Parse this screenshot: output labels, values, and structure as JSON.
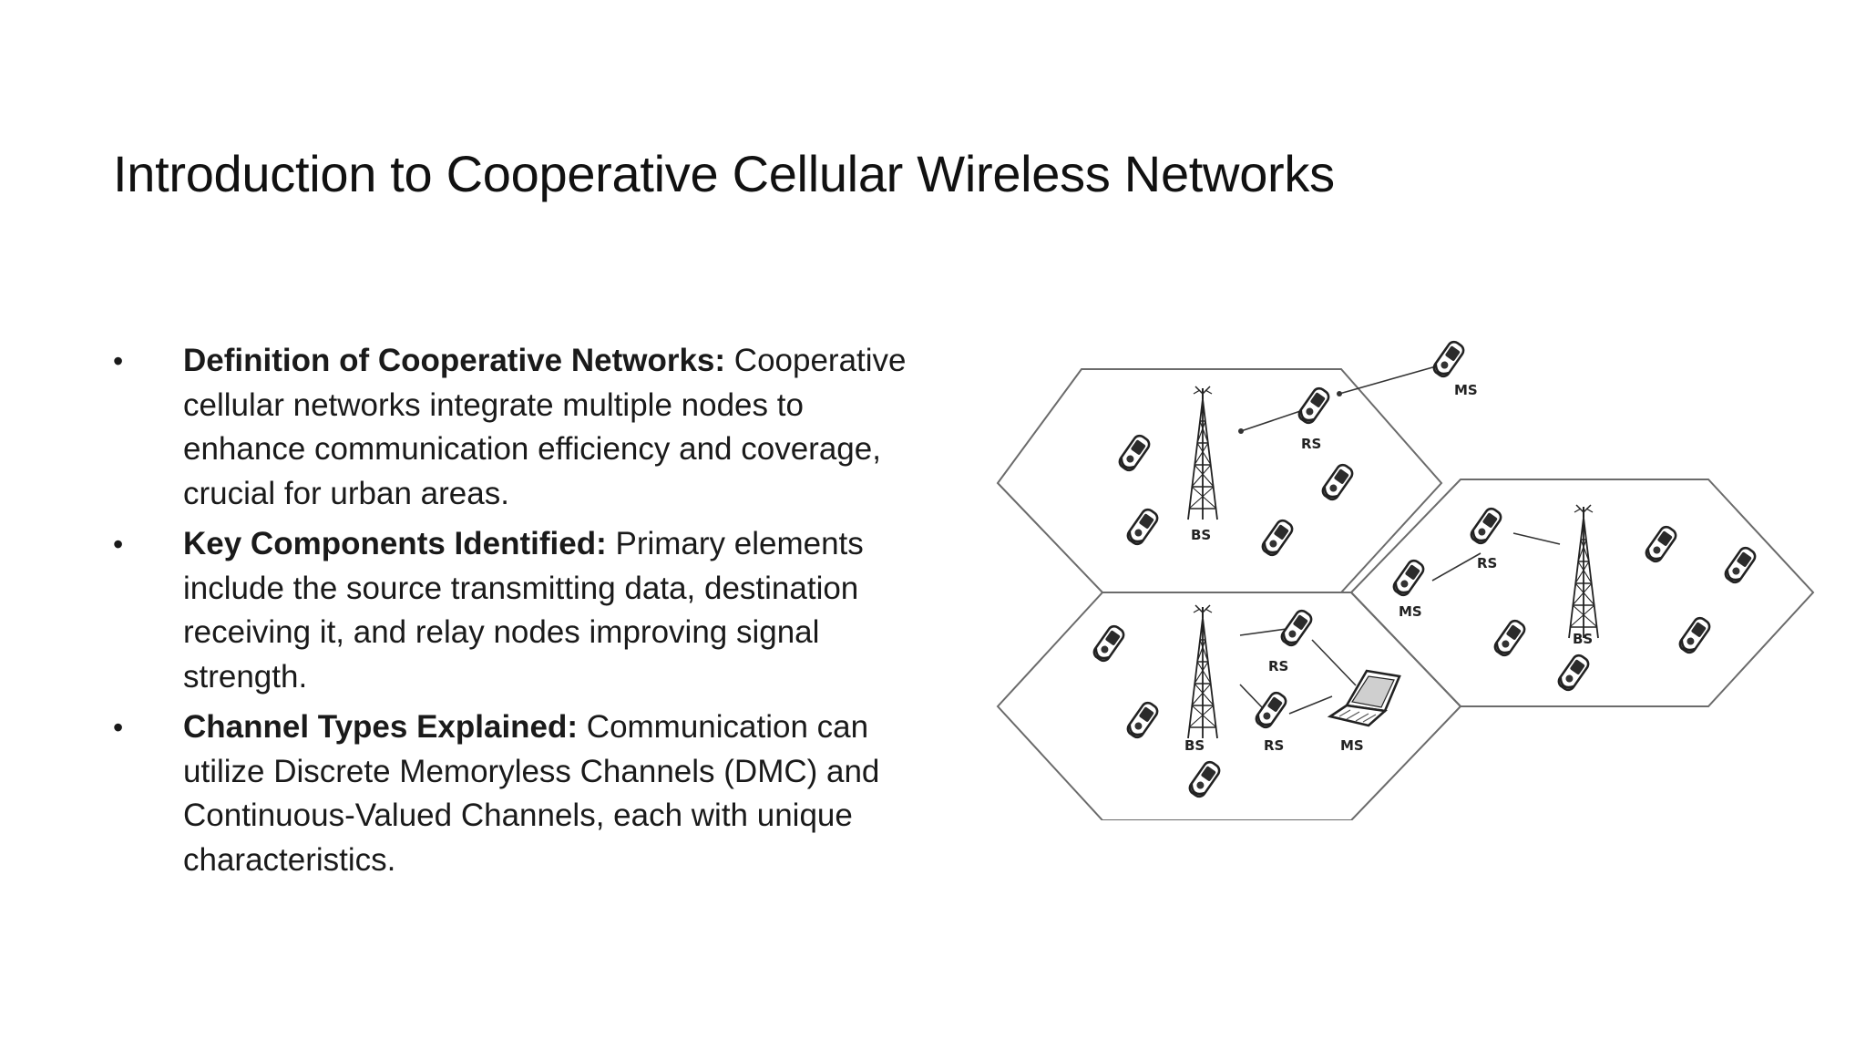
{
  "slide": {
    "title": "Introduction to Cooperative Cellular Wireless Networks"
  },
  "bullets": [
    {
      "marker": "•",
      "heading": "Definition of Cooperative Networks:",
      "text": " Cooperative cellular networks integrate multiple nodes to enhance communication efficiency and coverage, crucial for urban areas."
    },
    {
      "marker": "•",
      "heading": "Key Components Identified:",
      "text": " Primary elements include the source transmitting data, destination receiving it, and relay nodes improving signal strength."
    },
    {
      "marker": "•",
      "heading": "Channel Types Explained:",
      "text": " Communication can utilize Discrete Memoryless Channels (DMC) and Continuous-Valued Channels, each with unique characteristics."
    }
  ],
  "diagram": {
    "labels": {
      "ms_top": "MS",
      "rs_top": "RS",
      "bs_top": "BS",
      "rs_right": "RS",
      "ms_right": "MS",
      "bs_right": "BS",
      "rs_bottom_upper": "RS",
      "bs_bottom": "BS",
      "rs_bottom": "RS",
      "ms_bottom": "MS"
    }
  }
}
